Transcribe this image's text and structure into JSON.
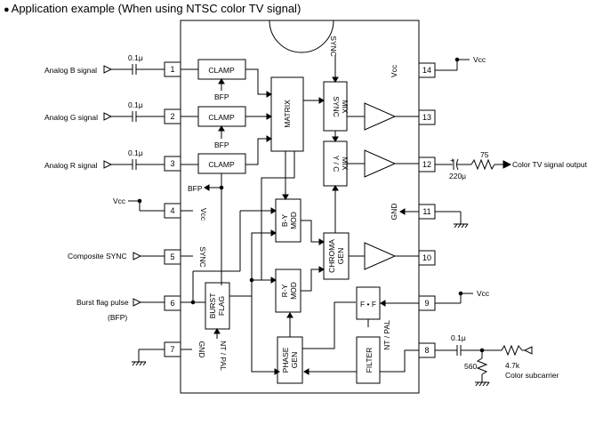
{
  "title": "Application example (When using NTSC color TV signal)",
  "bullet": "●",
  "pins": {
    "p1": "1",
    "p2": "2",
    "p3": "3",
    "p4": "4",
    "p5": "5",
    "p6": "6",
    "p7": "7",
    "p8": "8",
    "p9": "9",
    "p10": "10",
    "p11": "11",
    "p12": "12",
    "p13": "13",
    "p14": "14"
  },
  "blocks": {
    "clamp1": "CLAMP",
    "clamp2": "CLAMP",
    "clamp3": "CLAMP",
    "matrix": "MATRIX",
    "sync_mix_1": "SYNC",
    "sync_mix_2": "MIX",
    "yc_mix_1": "Y / C",
    "yc_mix_2": "MIX",
    "by_mod_1": "B-Y",
    "by_mod_2": "MOD",
    "ry_mod_1": "R-Y",
    "ry_mod_2": "MOD",
    "chroma_gen_1": "CHROMA",
    "chroma_gen_2": "GEN",
    "burst_flag_1": "BURST",
    "burst_flag_2": "FLAG",
    "phase_gen_1": "PHASE",
    "phase_gen_2": "GEN",
    "filter": "FILTER",
    "ff": "F • F"
  },
  "labels": {
    "analog_b": "Analog B signal",
    "analog_g": "Analog G signal",
    "analog_r": "Analog R signal",
    "cap1": "0.1μ",
    "cap2": "0.1μ",
    "cap3": "0.1μ",
    "vcc_left": "Vcc",
    "composite_sync": "Composite SYNC",
    "burst_flag_pulse": "Burst flag pulse",
    "bfp_paren": "(BFP)",
    "bfp1": "BFP",
    "bfp2": "BFP",
    "bfp3": "BFP",
    "sync_in": "SYNC",
    "vcc_in4": "Vcc",
    "sync_in5": "SYNC",
    "gnd_in7": "GND",
    "ntpal_left": "NT / PAL",
    "vcc_in14": "Vcc",
    "vcc_right14": "Vcc",
    "res75": "75",
    "cap220": "220μ",
    "color_tv_out": "Color TV signal output",
    "gnd_in11": "GND",
    "vcc_right9": "Vcc",
    "ntpal_right": "NT / PAL",
    "cap8": "0.1μ",
    "res560": "560",
    "res47k": "4.7k",
    "color_subcarrier": "Color subcarrier"
  }
}
